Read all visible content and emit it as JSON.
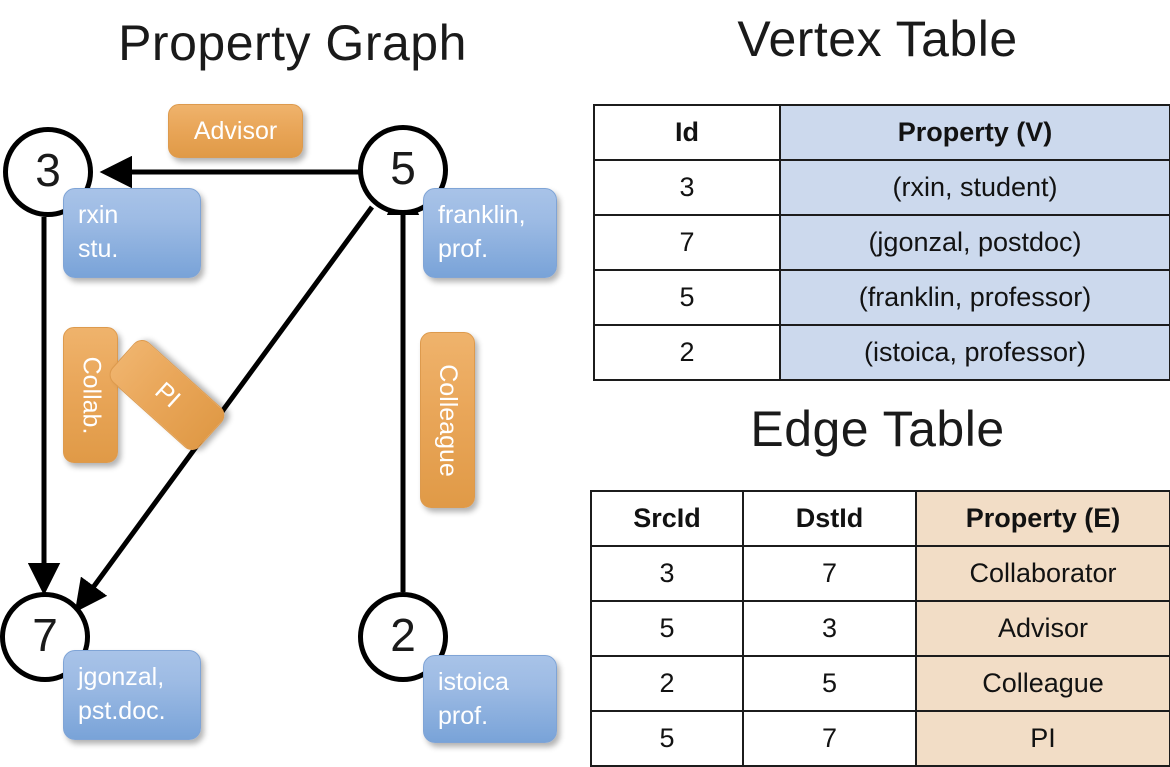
{
  "titles": {
    "graph": "Property Graph",
    "vertex": "Vertex Table",
    "edge": "Edge Table"
  },
  "graph": {
    "nodes": [
      {
        "id": "3",
        "property_lines": [
          "rxin",
          "stu."
        ]
      },
      {
        "id": "5",
        "property_lines": [
          "franklin,",
          "prof."
        ]
      },
      {
        "id": "7",
        "property_lines": [
          "jgonzal,",
          "pst.doc."
        ]
      },
      {
        "id": "2",
        "property_lines": [
          "istoica",
          "prof."
        ]
      }
    ],
    "edge_labels": [
      {
        "text": "Advisor",
        "orientation": "horizontal"
      },
      {
        "text": "Collab.",
        "orientation": "vertical"
      },
      {
        "text": "PI",
        "orientation": "diagonal"
      },
      {
        "text": "Colleague",
        "orientation": "vertical"
      }
    ]
  },
  "vertex_table": {
    "headers": [
      "Id",
      "Property (V)"
    ],
    "rows": [
      [
        "3",
        "(rxin, student)"
      ],
      [
        "7",
        "(jgonzal, postdoc)"
      ],
      [
        "5",
        "(franklin, professor)"
      ],
      [
        "2",
        "(istoica, professor)"
      ]
    ]
  },
  "edge_table": {
    "headers": [
      "SrcId",
      "DstId",
      "Property (E)"
    ],
    "rows": [
      [
        "3",
        "7",
        "Collaborator"
      ],
      [
        "5",
        "3",
        "Advisor"
      ],
      [
        "2",
        "5",
        "Colleague"
      ],
      [
        "5",
        "7",
        "PI"
      ]
    ]
  },
  "colors": {
    "vertex_fill": "#ccd9ed",
    "edge_fill": "#f2ddc6",
    "node_box_blue": "#79a3d8",
    "edge_label_orange": "#e9a659",
    "stroke": "#1c1c1c"
  }
}
